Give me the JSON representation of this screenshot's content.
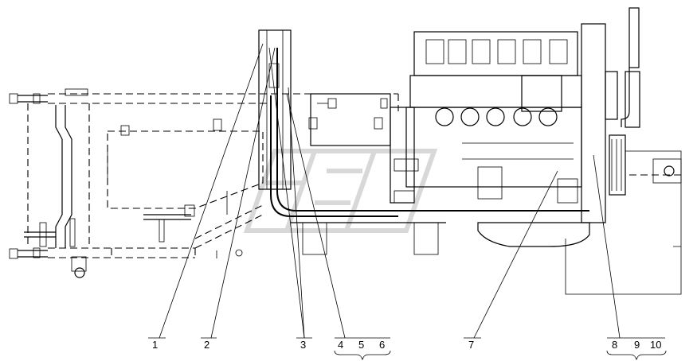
{
  "callouts": [
    {
      "id": "1",
      "label": "1"
    },
    {
      "id": "2",
      "label": "2"
    },
    {
      "id": "3",
      "label": "3"
    },
    {
      "id": "4",
      "label": "4"
    },
    {
      "id": "5",
      "label": "5"
    },
    {
      "id": "6",
      "label": "6"
    },
    {
      "id": "7",
      "label": "7"
    },
    {
      "id": "8",
      "label": "8"
    },
    {
      "id": "9",
      "label": "9"
    },
    {
      "id": "10",
      "label": "10"
    }
  ],
  "colors": {
    "line": "#000000",
    "background": "#ffffff",
    "watermark": "#d8d8d8"
  }
}
